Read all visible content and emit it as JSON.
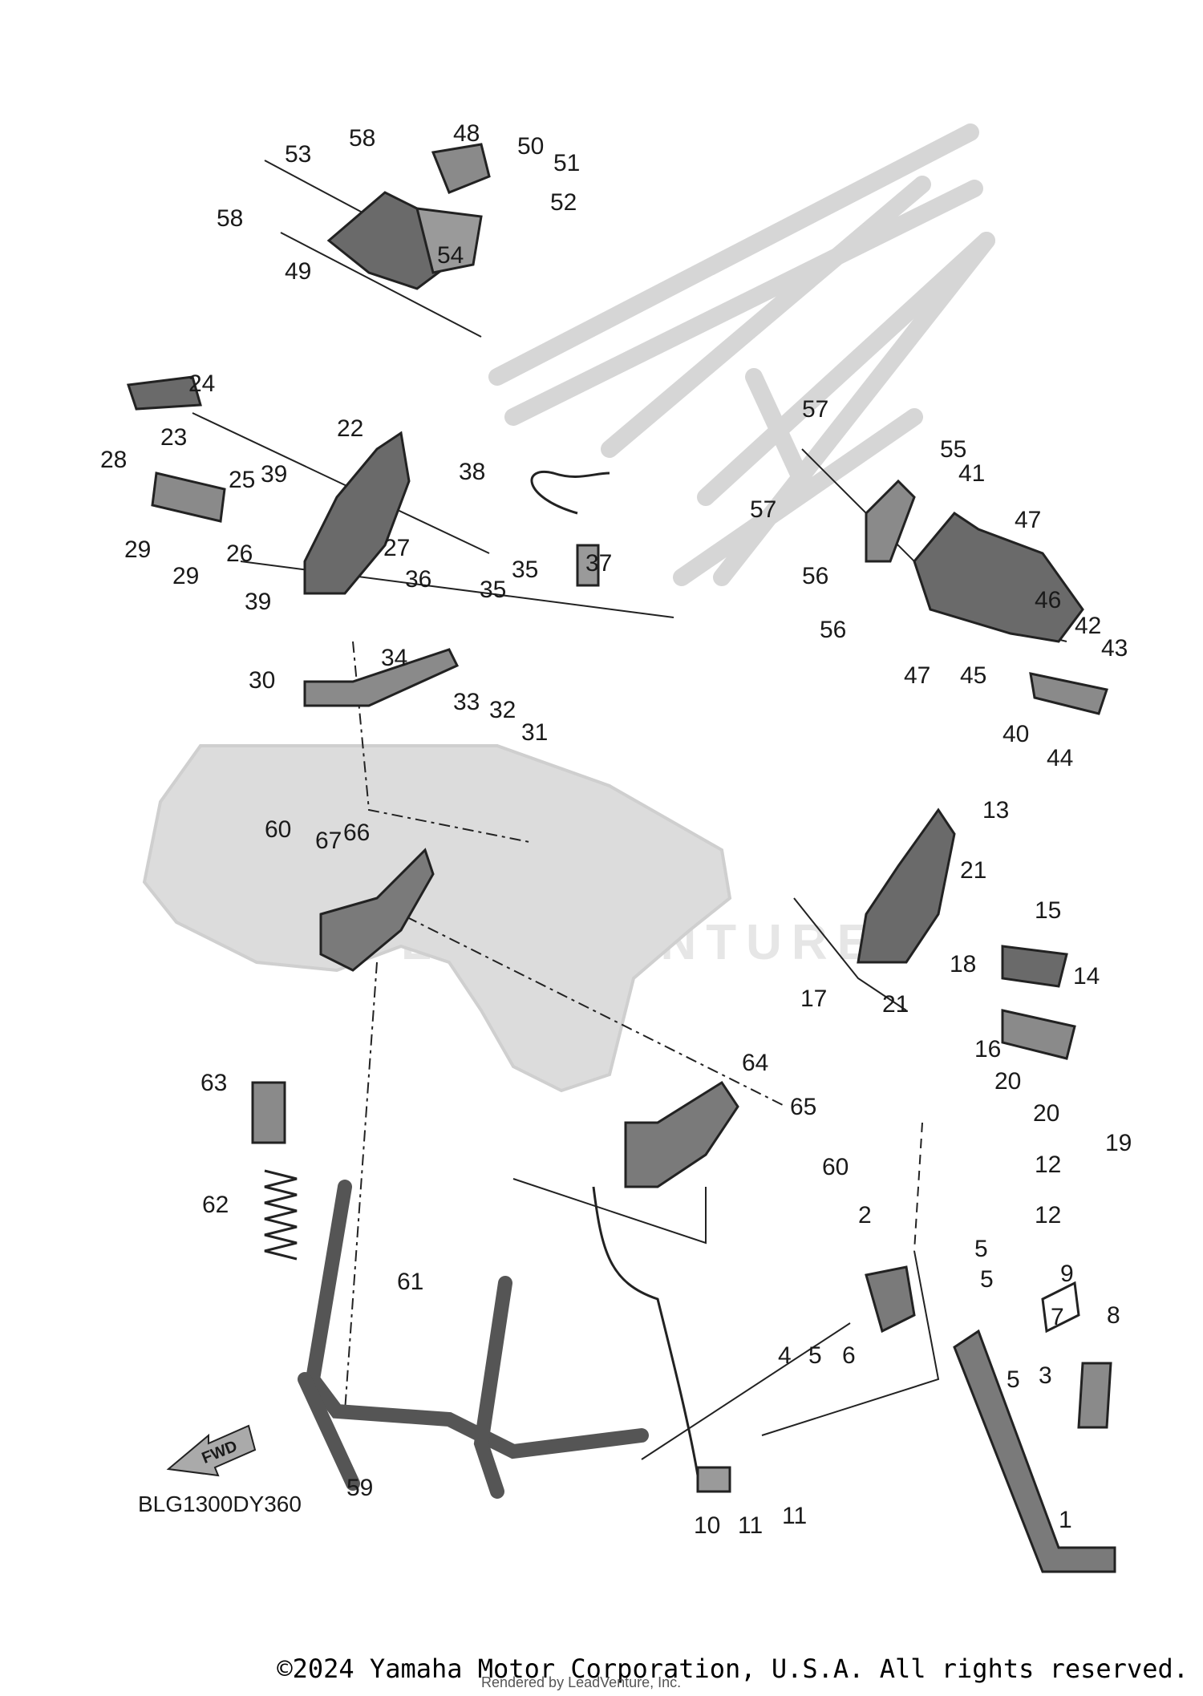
{
  "diagram": {
    "code": "BLG1300DY360",
    "fwd_label": "FWD",
    "callouts": [
      "1",
      "2",
      "3",
      "4",
      "5",
      "5",
      "5",
      "5",
      "6",
      "7",
      "8",
      "9",
      "10",
      "11",
      "11",
      "12",
      "12",
      "13",
      "14",
      "15",
      "16",
      "17",
      "18",
      "19",
      "20",
      "20",
      "21",
      "21",
      "22",
      "23",
      "24",
      "25",
      "26",
      "27",
      "28",
      "29",
      "29",
      "30",
      "31",
      "32",
      "33",
      "34",
      "35",
      "35",
      "36",
      "37",
      "38",
      "39",
      "39",
      "40",
      "41",
      "42",
      "43",
      "44",
      "45",
      "46",
      "47",
      "47",
      "48",
      "49",
      "50",
      "51",
      "52",
      "53",
      "54",
      "55",
      "56",
      "56",
      "57",
      "57",
      "58",
      "58",
      "59",
      "60",
      "60",
      "61",
      "62",
      "63",
      "64",
      "65",
      "66",
      "67"
    ]
  },
  "watermark": "LEADVENTURE",
  "footer": {
    "copyright": "©2024 Yamaha Motor Corporation, U.S.A. All rights reserved.",
    "credit": "Rendered by LeadVenture, Inc."
  },
  "colors": {
    "ink": "#1a1a1a",
    "part_dark": "#555555",
    "part_mid": "#8a8a8a",
    "ghost": "#d4d4d4"
  }
}
